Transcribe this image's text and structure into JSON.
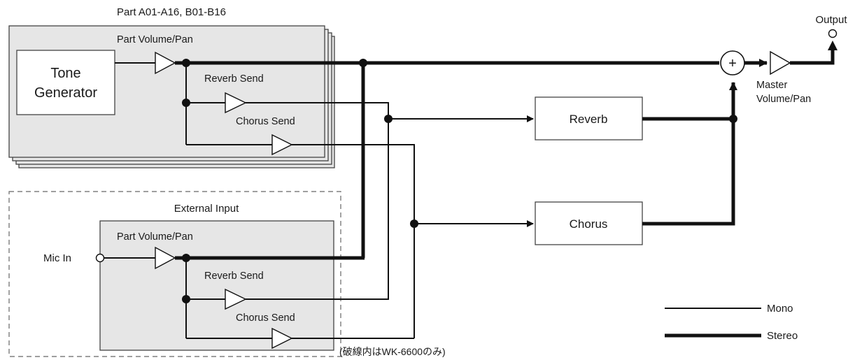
{
  "part_group": {
    "title": "Part A01-A16, B01-B16"
  },
  "tone_generator": {
    "label_line1": "Tone",
    "label_line2": "Generator"
  },
  "upper": {
    "part_volume_pan": "Part Volume/Pan",
    "reverb_send": "Reverb Send",
    "chorus_send": "Chorus Send"
  },
  "external": {
    "title": "External Input",
    "mic_in": "Mic In",
    "part_volume_pan": "Part Volume/Pan",
    "reverb_send": "Reverb Send",
    "chorus_send": "Chorus Send",
    "note": "(破線内はWK-6600のみ)"
  },
  "effects": {
    "reverb": "Reverb",
    "chorus": "Chorus"
  },
  "mixer": {
    "symbol": "+"
  },
  "master": {
    "label_line1": "Master",
    "label_line2": "Volume/Pan"
  },
  "output": {
    "label": "Output"
  },
  "legend": {
    "mono": "Mono",
    "stereo": "Stereo"
  }
}
